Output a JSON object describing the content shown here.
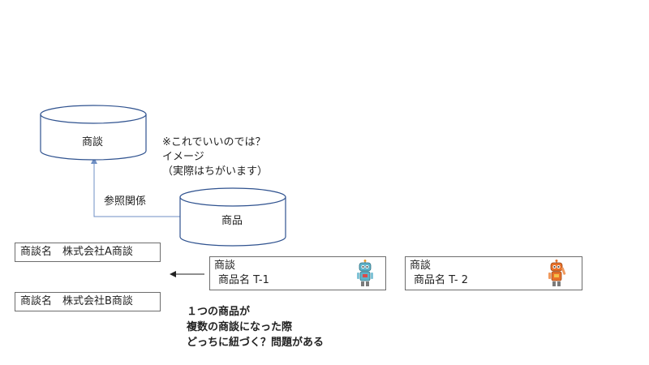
{
  "colors": {
    "cylinder_stroke": "#2f528f",
    "arrow": "#6f8fc4",
    "box_border": "#6d6d6d",
    "robot_blue": "#5fb3c9",
    "robot_orange": "#e8722a"
  },
  "diagram": {
    "cylinder_deals": {
      "label": "商談"
    },
    "cylinder_products": {
      "label": "商品"
    },
    "relation": {
      "label": "参照関係"
    },
    "note": {
      "lines": [
        "※これでいいのでは？",
        "イメージ",
        "（実際はちがいます）"
      ]
    },
    "deal_a": {
      "text": "商談名　株式会社A商談"
    },
    "deal_b": {
      "text": "商談名　株式会社B商談"
    },
    "product_t1": {
      "title": "商談",
      "name": "商品名 T-1",
      "icon": "robot-blue-icon"
    },
    "product_t2": {
      "title": "商談",
      "name": "商品名 T- 2",
      "icon": "robot-orange-icon"
    },
    "problem": {
      "lines": [
        "１つの商品が",
        "複数の商談になった際",
        "どっちに紐づく？問題がある"
      ]
    }
  }
}
